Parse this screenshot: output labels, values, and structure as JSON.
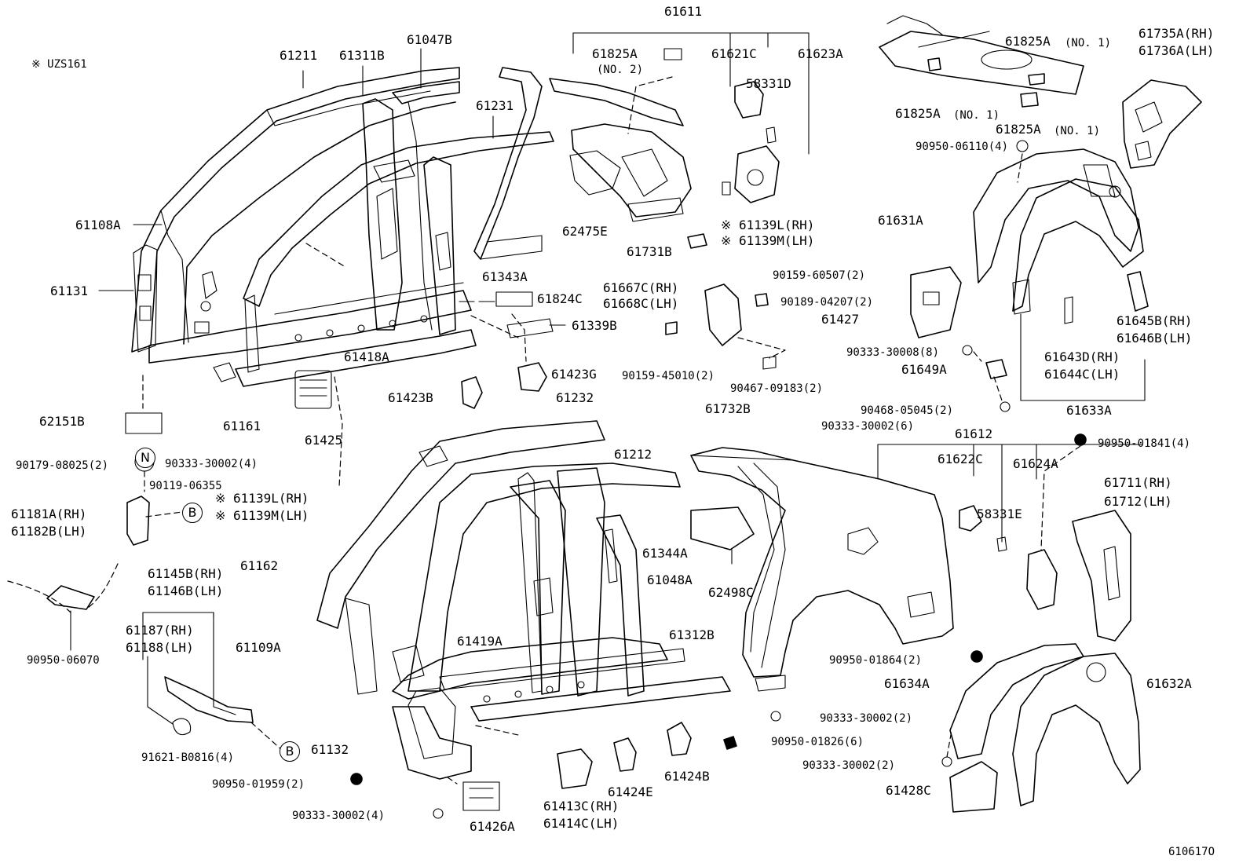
{
  "note": "※ UZS161",
  "figure_id": "61061​7O",
  "callouts": {
    "c61611": "61611",
    "c61211": "61211",
    "c61311B": "61311B",
    "c61047B": "61047B",
    "c61825A_no2": "61825A",
    "c61825A_no2_q": "(NO. 2)",
    "c61621C": "61621C",
    "c61623A": "61623A",
    "c58331D": "58331D",
    "c61231": "61231",
    "c62475E": "62475E",
    "c61731B": "61731B",
    "c61108A": "61108A",
    "c61131": "61131",
    "c61139L_1": "※ 61139L(RH)",
    "c61139M_1": "※ 61139M(LH)",
    "c90159_60507": "90159-60507(2)",
    "c61343A": "61343A",
    "c61667C": "61667C(RH)",
    "c61668C": "61668C(LH)",
    "c90189_04207": "90189-04207(2)",
    "c61824C": "61824C",
    "c61339B": "61339B",
    "c90159_45010": "90159-45010(2)",
    "c90467_09183": "90467-09183(2)",
    "c61418A": "61418A",
    "c61423G": "61423G",
    "c61423B": "61423B",
    "c62151B": "62151B",
    "c61161": "61161",
    "c61425": "61425",
    "c90179_08025": "90179-08025(2)",
    "c90333_30002_4a": "90333-30002(4)",
    "c90119_06355": "90119-06355",
    "c61139L_2": "※ 61139L(RH)",
    "c61139M_2": "※ 61139M(LH)",
    "c61181A": "61181A(RH)",
    "c61182B": "61182B(LH)",
    "c61232": "61232",
    "c61212": "61212",
    "c61732B": "61732B",
    "c90333_30002_6": "90333-30002(6)",
    "c61162": "61162",
    "c61145B": "61145B(RH)",
    "c61146B": "61146B(LH)",
    "c61187": "61187(RH)",
    "c61188": "61188(LH)",
    "c90950_06070": "90950-06070",
    "c61344A": "61344A",
    "c61048A": "61048A",
    "c62498C": "62498C",
    "c61312B": "61312B",
    "c61109A": "61109A",
    "c61419A": "61419A",
    "c61132": "61132",
    "c90950_01959": "90950-01959(2)",
    "c91621_B0816": "91621-B0816(4)",
    "c90333_30002_4b": "90333-30002(4)",
    "c61426A": "61426A",
    "c61413C": "61413C(RH)",
    "c61414C": "61414C(LH)",
    "c61424E": "61424E",
    "c61424B": "61424B",
    "c90950_01826": "90950-01826(6)",
    "c90333_30002_2a": "90333-30002(2)",
    "c90950_01864": "90950-01864(2)",
    "c61825A_no1a": "61825A",
    "c61825A_no1a_q": "(NO. 1)",
    "c61825A_no1b": "61825A",
    "c61825A_no1b_q": "(NO. 1)",
    "c61825A_no1c": "61825A",
    "c61825A_no1c_q": "(NO. 1)",
    "c61735A": "61735A(RH)",
    "c61736A": "61736A(LH)",
    "c90950_06110": "90950-06110(4)",
    "c61631A": "61631A",
    "c61427": "61427",
    "c90333_30008": "90333-30008(8)",
    "c61649A": "61649A",
    "c61645B": "61645B(RH)",
    "c61646B": "61646B(LH)",
    "c61643D": "61643D(RH)",
    "c61644C": "61644C(LH)",
    "c90468_05045": "90468-05045(2)",
    "c61633A": "61633A",
    "c61612": "61612",
    "c61622C": "61622C",
    "c61624A": "61624A",
    "c90950_01841": "90950-01841(4)",
    "c61711": "61711(RH)",
    "c61712": "61712(LH)",
    "c58331E": "58331E",
    "c61634A": "61634A",
    "c61632A": "61632A",
    "c90333_30002_2b": "90333-30002(2)",
    "c61428C": "61428C"
  },
  "markers": {
    "n": "N",
    "b1": "B",
    "b2": "B"
  }
}
